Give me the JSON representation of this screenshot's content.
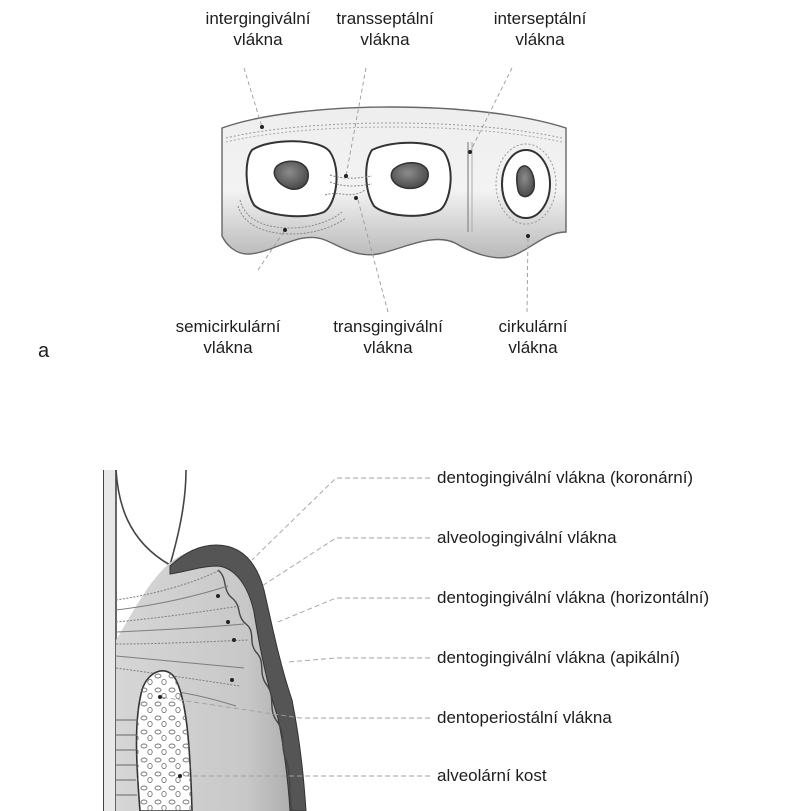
{
  "panel_a": {
    "panel_letter": "a",
    "top_labels": [
      {
        "line1": "intergingivální",
        "line2": "vlákna"
      },
      {
        "line1": "transseptální",
        "line2": "vlákna"
      },
      {
        "line1": "interseptální",
        "line2": "vlákna"
      }
    ],
    "bottom_labels": [
      {
        "line1": "semicirkulární",
        "line2": "vlákna"
      },
      {
        "line1": "transgingivální",
        "line2": "vlákna"
      },
      {
        "line1": "cirkulární",
        "line2": "vlákna"
      }
    ]
  },
  "panel_b": {
    "labels": [
      "dentogingivální vlákna (koronární)",
      "alveologingivální vlákna",
      "dentogingivální vlákna (horizontální)",
      "dentogingivální vlákna (apikální)",
      "dentoperiostální vlákna",
      "alveolární kost"
    ]
  }
}
